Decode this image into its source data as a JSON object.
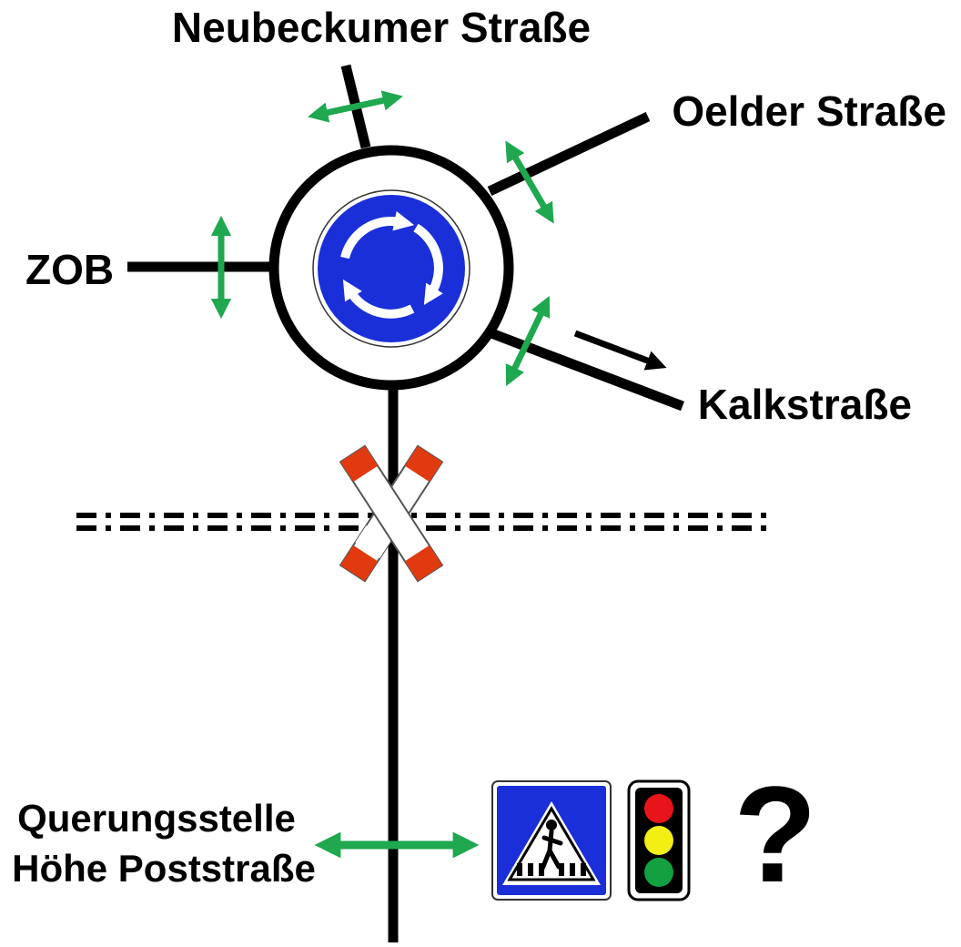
{
  "labels": {
    "north": "Neubeckumer Straße",
    "northeast": "Oelder Straße",
    "west": "ZOB",
    "southeast": "Kalkstraße",
    "crossing_line1": "Querungsstelle",
    "crossing_line2": "Höhe Poststraße",
    "question": "?"
  },
  "colors": {
    "road": "#000000",
    "crossing_arrow": "#1fa84f",
    "roundabout_sign": "#1a2fd8",
    "zebra_sign": "#1a2fd8",
    "railway_cross": "#e23a10",
    "light_red": "#e8141a",
    "light_yellow": "#f3ee14",
    "light_green": "#12a040"
  },
  "icons": [
    "roundabout-sign-icon",
    "st-andrews-cross-icon",
    "pedestrian-crossing-sign-icon",
    "traffic-light-icon",
    "question-mark-icon"
  ]
}
